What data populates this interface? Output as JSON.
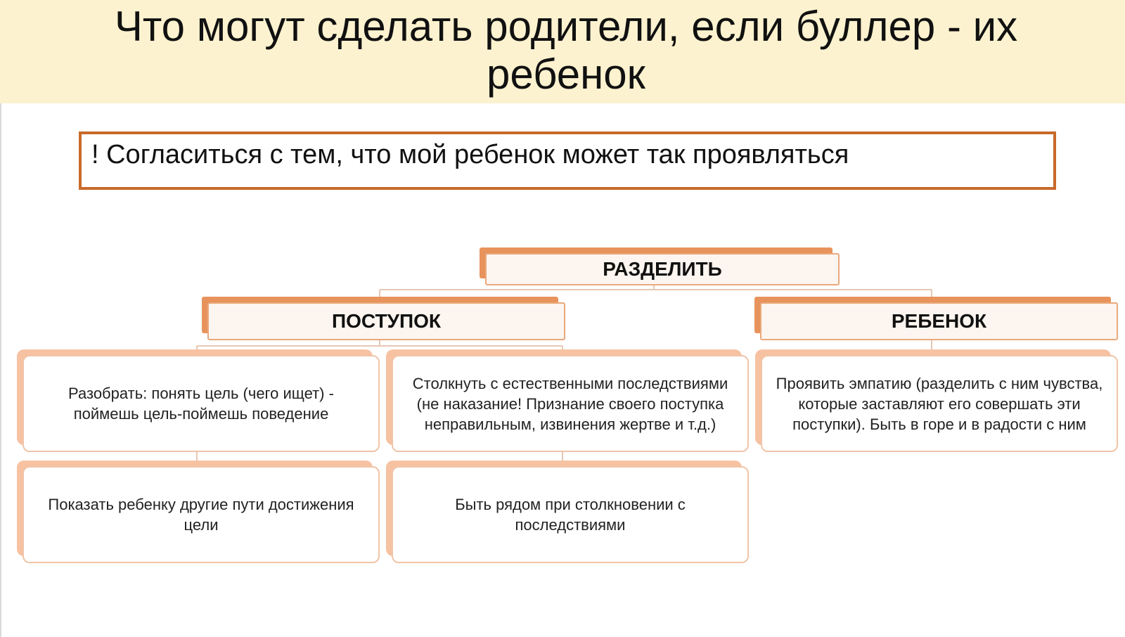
{
  "title": {
    "line1": "Что могут сделать родители, если буллер - их",
    "line2": "ребенок"
  },
  "statement": "! Согласиться с тем, что мой  ребенок может так проявляться",
  "diagram": {
    "root": "РАЗДЕЛИТЬ",
    "branches": [
      {
        "label": "ПОСТУПОК"
      },
      {
        "label": "РЕБЕНОК"
      }
    ],
    "leaves": {
      "act_understand": "Разобрать: понять цель (чего ищет) - поймешь цель-поймешь поведение",
      "act_consequences": "Столкнуть с естественными последствиями (не наказание! Признание своего поступка неправильным, извинения жертве и т.д.)",
      "act_other_ways": "Показать ребенку другие пути достижения цели",
      "act_be_near": "Быть рядом при столкновении с последствиями",
      "child_empathy": "Проявить эмпатию (разделить с ним чувства, которые заставляют его совершать эти поступки). Быть в горе и в радости с ним"
    }
  },
  "colors": {
    "title_band": "#fcf2cf",
    "accent_dark": "#e8935c",
    "accent_light": "#f6c2a2",
    "statement_border": "#c86a2b"
  }
}
